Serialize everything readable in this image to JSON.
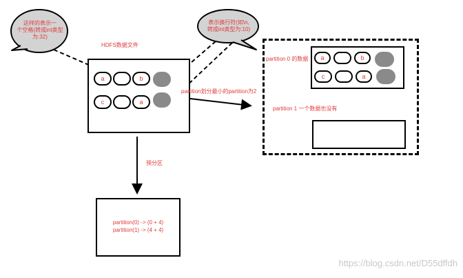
{
  "bubbles": {
    "left": {
      "line1": "这样的表示一",
      "line2": "个空格(转成int类型",
      "line3": "为:32)"
    },
    "right": {
      "line1": "表示换行符(如\\n,",
      "line2": "转成int类型为:10)"
    }
  },
  "hdfs_title": "HDFS数据文件",
  "hdfs_rows": [
    [
      "a",
      "",
      "b",
      ""
    ],
    [
      "c",
      "",
      "a",
      ""
    ]
  ],
  "arrow_right_label": "partition划分最小的partition为2",
  "arrow_down_label": "预分区",
  "partition0_label": "partition 0 的数据",
  "partition0_rows": [
    [
      "a",
      "",
      "b",
      ""
    ],
    [
      "c",
      "",
      "a",
      ""
    ]
  ],
  "partition1_label": "partition 1 一个数据也没有",
  "result_lines": [
    "partition(0) ->  (0 + 4)",
    "partition(1) -> (4 + 4)"
  ],
  "watermark": "https://blog.csdn.net/D55dffdh",
  "colors": {
    "text_red": "#e03b3b",
    "gray_cell": "#8a8a8a"
  }
}
